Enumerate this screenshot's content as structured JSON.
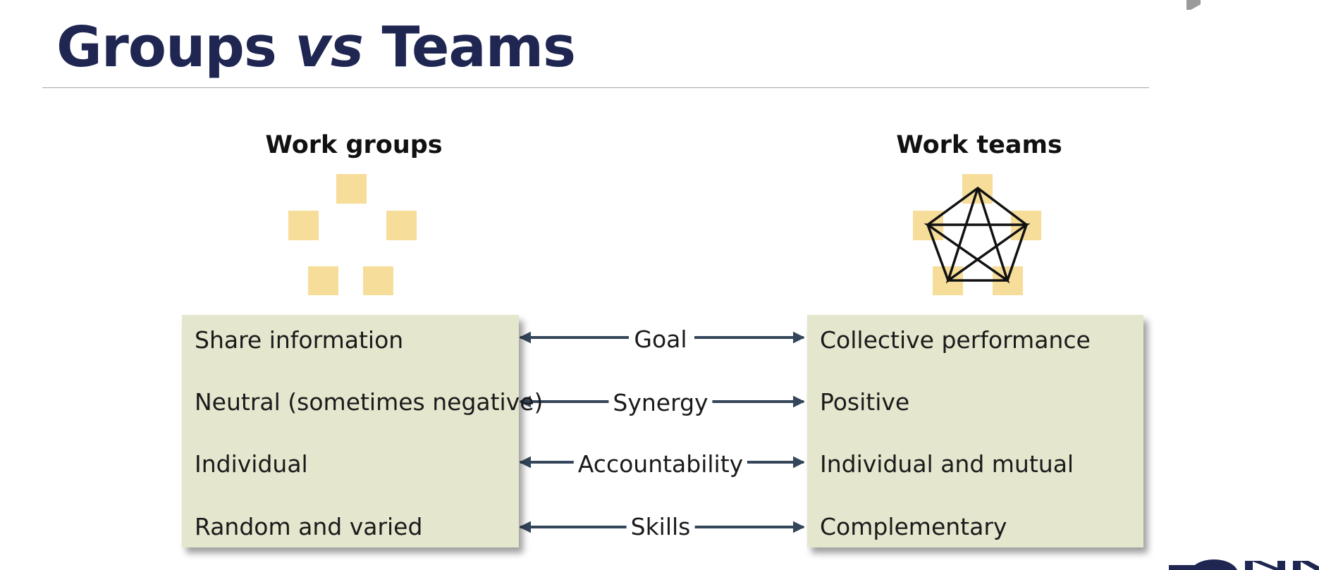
{
  "slide": {
    "title_part1": "Groups ",
    "title_part2": "vs",
    "title_part3": " Teams"
  },
  "left": {
    "heading": "Work groups",
    "rows": [
      "Share information",
      "Neutral (sometimes negative)",
      "Individual",
      "Random and varied"
    ]
  },
  "dimensions": [
    "Goal",
    "Synergy",
    "Accountability",
    "Skills"
  ],
  "right": {
    "heading": "Work teams",
    "rows": [
      "Collective performance",
      "Positive",
      "Individual and mutual",
      "Complementary"
    ]
  },
  "colors": {
    "title": "#1f2651",
    "square_fill": "#f6dd9a",
    "panel_fill": "#e4e6ce",
    "arrow": "#34465a",
    "logo": "#1f2651"
  },
  "icons": {
    "left_figure": "scattered-squares-icon",
    "right_figure": "connected-pentagon-icon"
  }
}
